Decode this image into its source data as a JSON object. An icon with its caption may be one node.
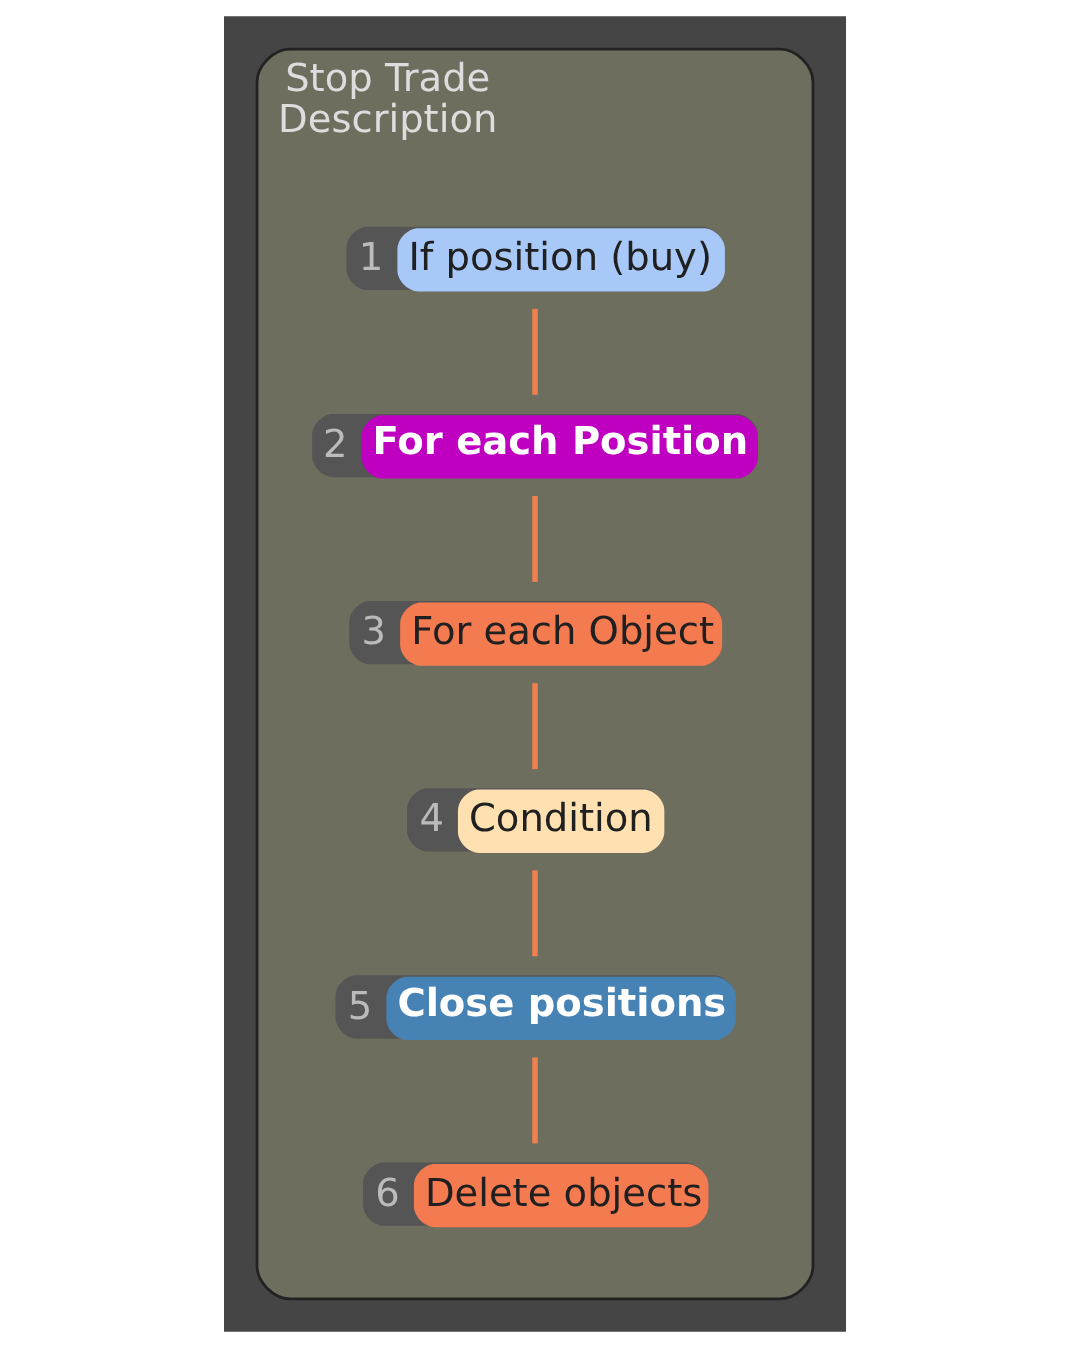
{
  "diagram": {
    "nodes": [
      {
        "text": [
          "Stop Trade",
          "Description"
        ]
      },
      {
        "text": [
          "1",
          "If position (buy)"
        ],
        "in": 0
      },
      {
        "text": [
          "2",
          "For each Position"
        ],
        "in": 0
      },
      {
        "text": [
          "3",
          "For each Object"
        ],
        "in": 0
      },
      {
        "text": [
          "4",
          "Condition"
        ],
        "in": 0
      },
      {
        "text": [
          "5",
          "Close positions"
        ],
        "in": 0
      },
      {
        "text": [
          "6",
          "Delete objects"
        ],
        "in": 0
      }
    ],
    "edges": [
      {
        "from": 1,
        "to": 2,
        "arrow": "none"
      },
      {
        "from": 2,
        "to": 3,
        "arrow": "none"
      },
      {
        "from": 3,
        "to": 4,
        "arrow": "none"
      },
      {
        "from": 4,
        "to": 5,
        "arrow": "none"
      },
      {
        "from": 5,
        "to": 6,
        "arrow": "none"
      }
    ]
  }
}
